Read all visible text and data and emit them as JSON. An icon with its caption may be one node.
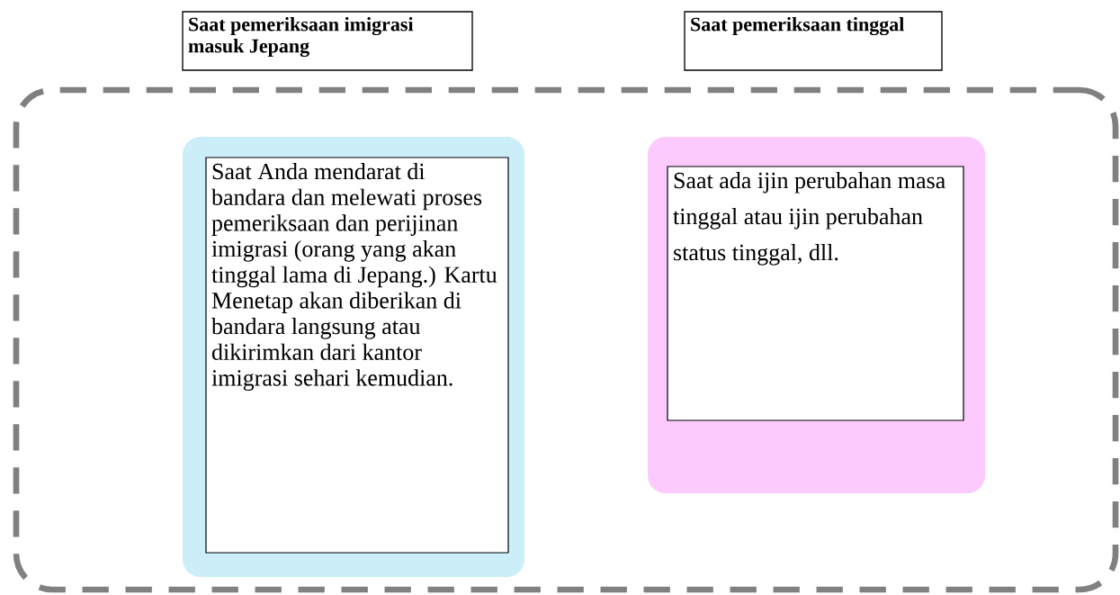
{
  "diagram": {
    "nodes": [
      {
        "text": [
          "Saat pemeriksaan imigrasi masuk Jepang"
        ]
      },
      {
        "text": [
          "Saat pemeriksaan tinggal"
        ]
      },
      {
        "text": [],
        "shape": "box"
      },
      {
        "text": [],
        "shape": "box",
        "in": 2
      },
      {
        "text": [
          "Saat Anda mendarat di bandara dan melewati proses pemeriksaan dan perijinan imigrasi (orang yang akan tinggal lama di Jepang.) Kartu Menetap akan diberikan di bandara langsung atau dikirimkan dari kantor imigrasi sehari kemudian."
        ],
        "in": 3
      },
      {
        "text": [],
        "shape": "box",
        "in": 2
      },
      {
        "text": [
          "Saat ada ijin perubahan masa tinggal atau ijin perubahan status tinggal, dll."
        ],
        "in": 5
      }
    ]
  }
}
